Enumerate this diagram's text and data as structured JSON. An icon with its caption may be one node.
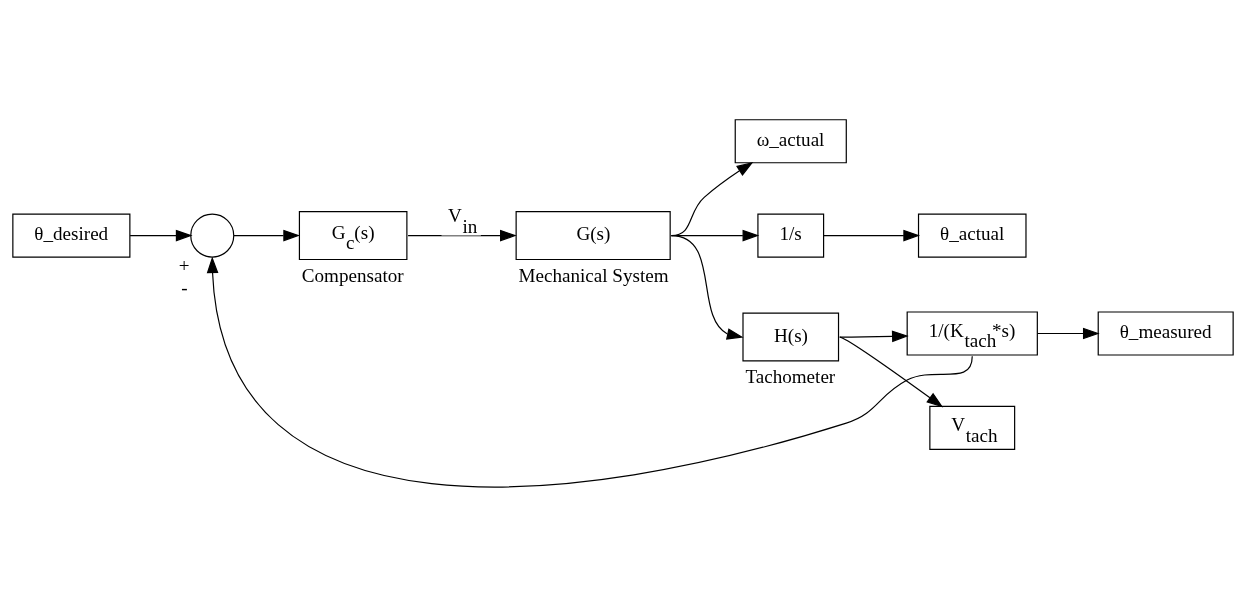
{
  "diagram": {
    "nodes": [
      {
        "text": [
          "θ_desired"
        ]
      },
      {
        "text": [],
        "shape": "circle",
        "beside": [
          "+",
          "-"
        ]
      },
      {
        "text": [
          "G$_{c}$(s)"
        ],
        "beside": [
          "Compensator"
        ]
      },
      {
        "text": [
          "G(s)"
        ],
        "beside": [
          "Mechanical System"
        ]
      },
      {
        "text": [
          "ω_actual"
        ]
      },
      {
        "text": [
          "1/s"
        ]
      },
      {
        "text": [
          "θ_actual"
        ]
      },
      {
        "text": [
          "H(s)"
        ],
        "beside": [
          "Tachometer"
        ]
      },
      {
        "text": [
          "1/(K$_{tach}$*s)"
        ]
      },
      {
        "text": [
          "θ_measured"
        ]
      },
      {
        "text": [
          "V$_{tach}$"
        ]
      }
    ],
    "edges": [
      {
        "from": 0,
        "to": 1,
        "arrow": "to"
      },
      {
        "from": 1,
        "to": 2,
        "arrow": "to"
      },
      {
        "from": 2,
        "to": 3,
        "arrow": "to",
        "label": "V$_{in}$"
      },
      {
        "from": 3,
        "to": 4,
        "arrow": "to"
      },
      {
        "from": 3,
        "to": 5,
        "arrow": "to"
      },
      {
        "from": 3,
        "to": 7,
        "arrow": "to"
      },
      {
        "from": 5,
        "to": 6,
        "arrow": "to"
      },
      {
        "from": 7,
        "to": 8,
        "arrow": "to"
      },
      {
        "from": 7,
        "to": 10,
        "arrow": "to"
      },
      {
        "from": 8,
        "to": 9,
        "arrow": "to"
      },
      {
        "from": 8,
        "to": 1,
        "arrow": "to"
      }
    ]
  }
}
